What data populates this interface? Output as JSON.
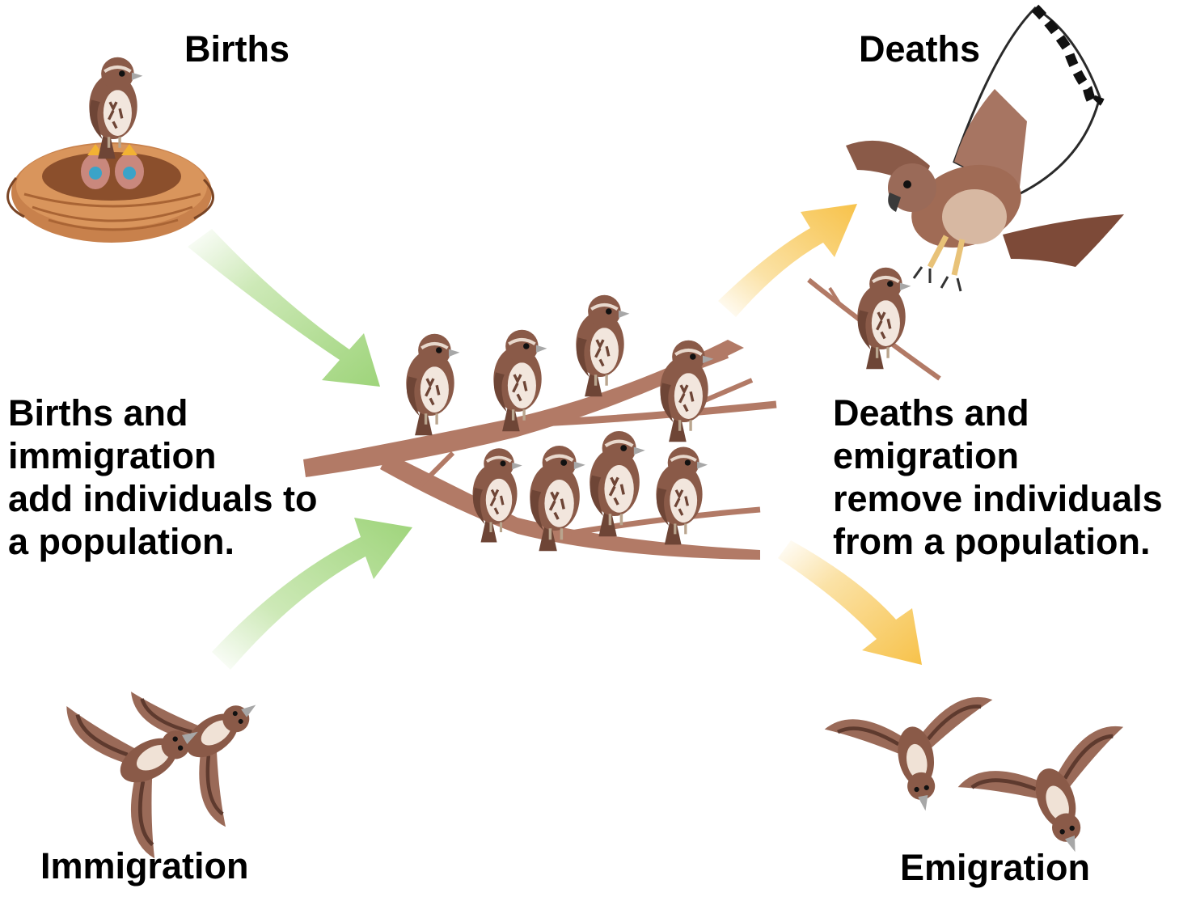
{
  "labels": {
    "births": "Births",
    "deaths": "Deaths",
    "immigration": "Immigration",
    "emigration": "Emigration"
  },
  "left_text": [
    "Births and",
    "immigration",
    "add individuals to",
    "a population."
  ],
  "right_text": [
    "Deaths and",
    "emigration",
    "remove individuals",
    "from a population."
  ],
  "colors": {
    "inflow_arrow": "#9ed47a",
    "outflow_arrow": "#f7c24a",
    "bird_body": "#8a5a48",
    "branch": "#b27a66",
    "nest": "#d28a52"
  },
  "icons": [
    "bird-on-nest-icon",
    "hawk-icon",
    "sparrow-flock-on-branch-icon",
    "flying-sparrows-icon"
  ]
}
